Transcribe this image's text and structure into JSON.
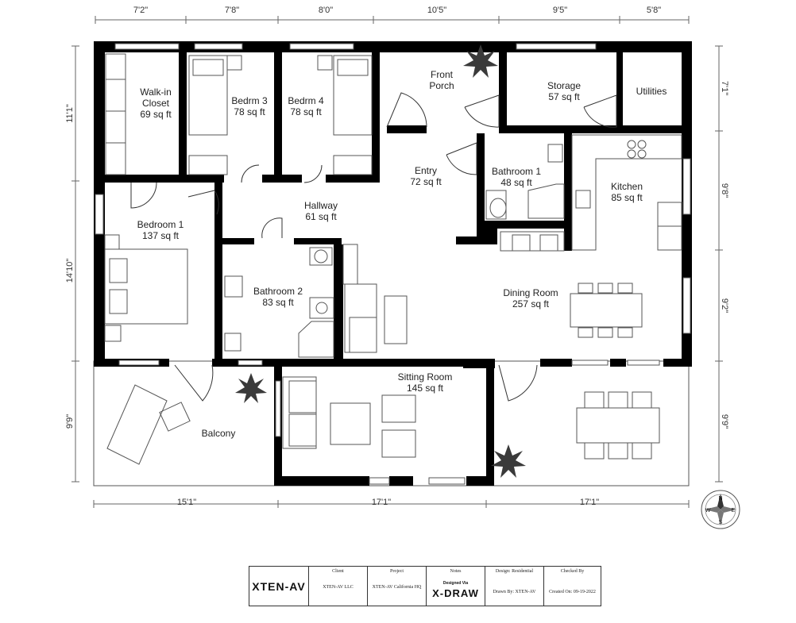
{
  "rooms": {
    "walkin": {
      "name": "Walk-in",
      "name2": "Closet",
      "area": "69 sq ft"
    },
    "bedrm3": {
      "name": "Bedrm 3",
      "area": "78 sq ft"
    },
    "bedrm4": {
      "name": "Bedrm 4",
      "area": "78 sq ft"
    },
    "front_porch": {
      "name": "Front",
      "name2": "Porch"
    },
    "storage": {
      "name": "Storage",
      "area": "57 sq ft"
    },
    "utilities": {
      "name": "Utilities"
    },
    "entry": {
      "name": "Entry",
      "area": "72 sq ft"
    },
    "bathroom1": {
      "name": "Bathroom 1",
      "area": "48 sq ft"
    },
    "kitchen": {
      "name": "Kitchen",
      "area": "85 sq ft"
    },
    "hallway": {
      "name": "Hallway",
      "area": "61 sq ft"
    },
    "bedroom1": {
      "name": "Bedroom 1",
      "area": "137 sq ft"
    },
    "bathroom2": {
      "name": "Bathroom 2",
      "area": "83 sq ft"
    },
    "dining": {
      "name": "Dining Room",
      "area": "257 sq ft"
    },
    "sitting": {
      "name": "Sitting Room",
      "area": "145 sq ft"
    },
    "balcony": {
      "name": "Balcony"
    }
  },
  "dimensions": {
    "top": [
      "7'2\"",
      "7'8\"",
      "8'0\"",
      "10'5\"",
      "9'5\"",
      "5'8\""
    ],
    "bottom": [
      "15'1\"",
      "17'1\"",
      "17'1\""
    ],
    "left": [
      "11'1\"",
      "14'10\"",
      "9'9\""
    ],
    "right": [
      "7'1\"",
      "9'8\"",
      "9'2\"",
      "9'9\""
    ]
  },
  "compass": {
    "n": "N",
    "s": "S",
    "e": "E",
    "w": "W"
  },
  "title_block": {
    "logo": "XTEN-AV",
    "client_label": "Client",
    "client_value": "XTEN-AV LLC",
    "project_label": "Project",
    "project_value": "XTEN-AV California HQ",
    "notes_label": "Notes",
    "designed_via": "Designed Via",
    "xdraw_logo": "X-DRAW",
    "design_label": "Design: Residential",
    "drawn_by": "Drawn By: XTEN-AV",
    "checked_label": "Checked By",
    "created_on": "Created On: 09-19-2022"
  }
}
